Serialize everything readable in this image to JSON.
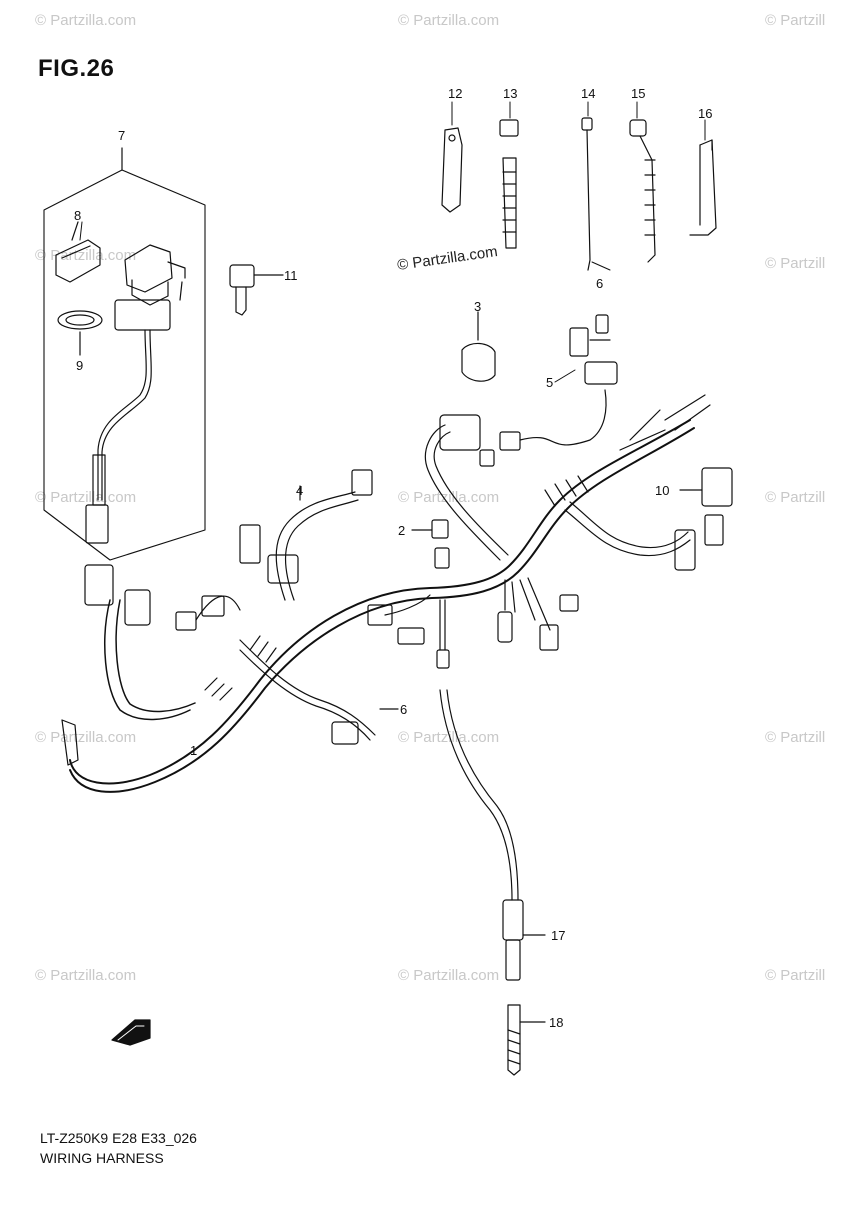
{
  "figure": {
    "title": "FIG.26",
    "code": "LT-Z250K9 E28 E33_026",
    "name": "WIRING HARNESS"
  },
  "watermark": {
    "text": "© Partzilla.com",
    "short_text": "© Partzill"
  },
  "callouts": [
    "1",
    "2",
    "3",
    "4",
    "5",
    "6",
    "6",
    "7",
    "8",
    "9",
    "10",
    "11",
    "12",
    "13",
    "14",
    "15",
    "16",
    "17",
    "18"
  ],
  "colors": {
    "line": "#111111",
    "watermark": "#c8c8c8"
  },
  "icons": [
    "front-direction-arrow-icon"
  ]
}
